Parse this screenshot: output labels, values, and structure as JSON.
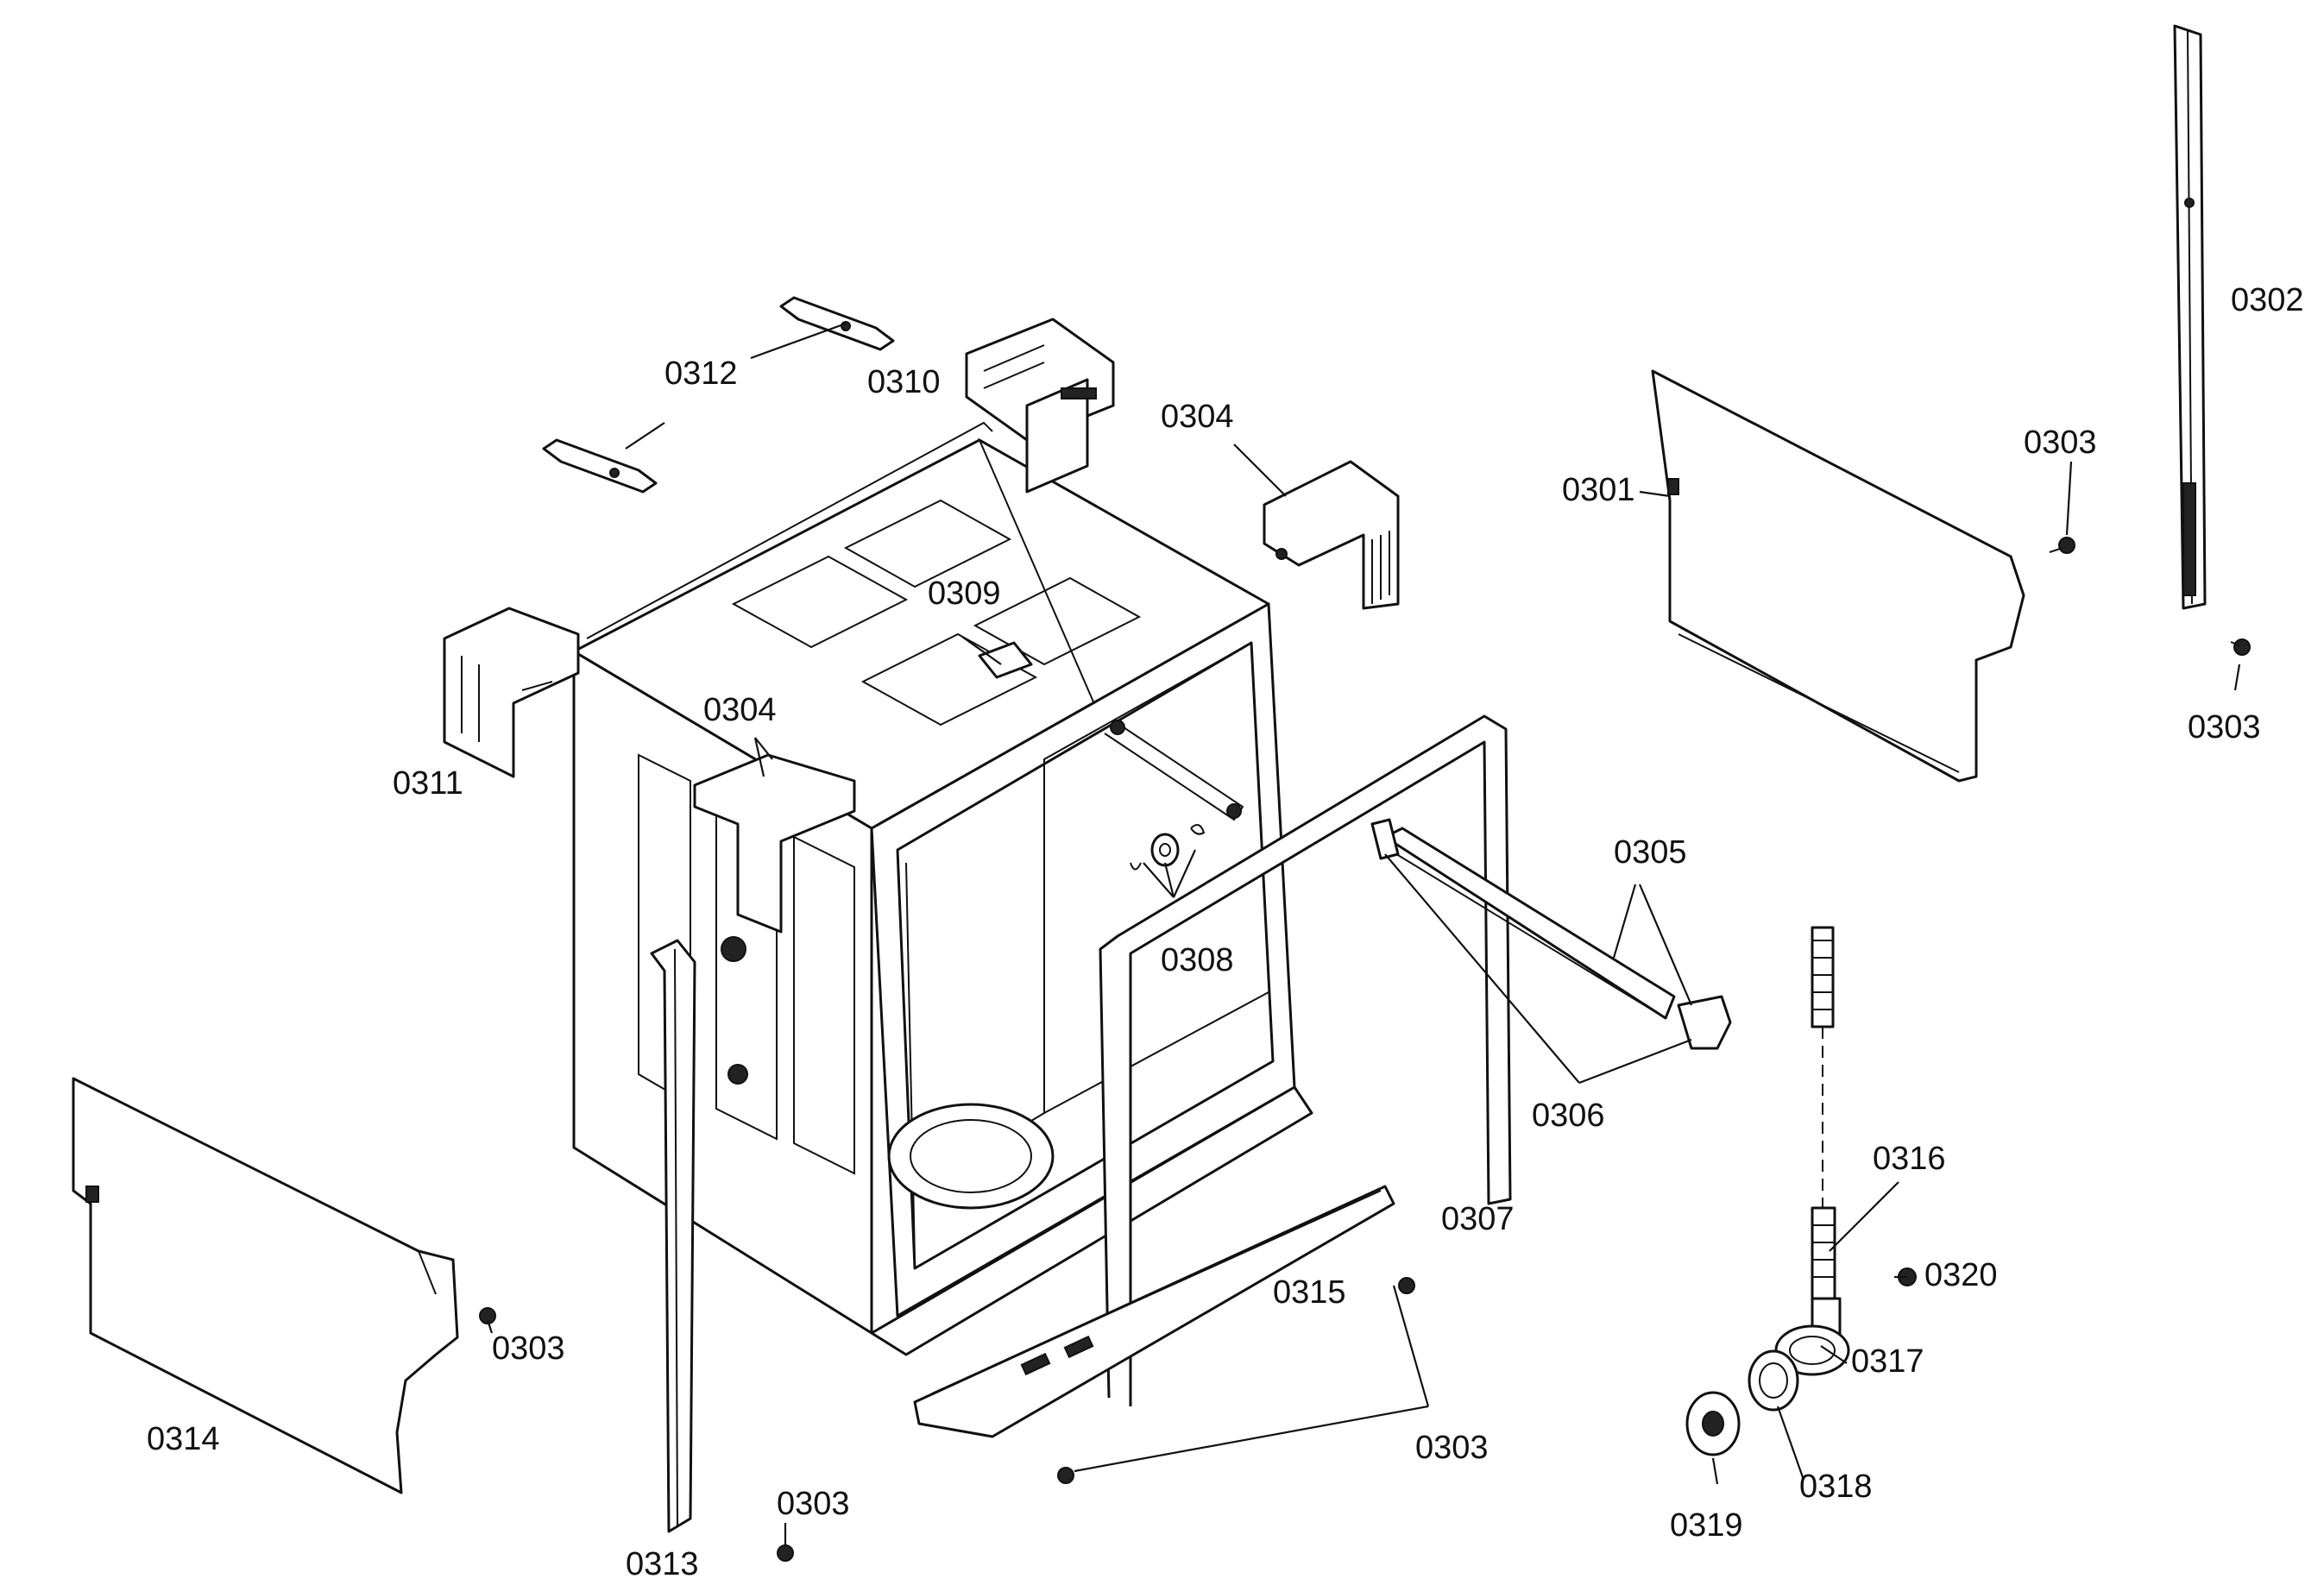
{
  "callouts": [
    {
      "id": "c-0302",
      "text": "0302"
    },
    {
      "id": "c-0312",
      "text": "0312"
    },
    {
      "id": "c-0310",
      "text": "0310"
    },
    {
      "id": "c-0304a",
      "text": "0304"
    },
    {
      "id": "c-0303a",
      "text": "0303"
    },
    {
      "id": "c-0301",
      "text": "0301"
    },
    {
      "id": "c-0309",
      "text": "0309"
    },
    {
      "id": "c-0303b",
      "text": "0303"
    },
    {
      "id": "c-0304b",
      "text": "0304"
    },
    {
      "id": "c-0311",
      "text": "0311"
    },
    {
      "id": "c-0305",
      "text": "0305"
    },
    {
      "id": "c-0308",
      "text": "0308"
    },
    {
      "id": "c-0306",
      "text": "0306"
    },
    {
      "id": "c-0316",
      "text": "0316"
    },
    {
      "id": "c-0307",
      "text": "0307"
    },
    {
      "id": "c-0320",
      "text": "0320"
    },
    {
      "id": "c-0315",
      "text": "0315"
    },
    {
      "id": "c-0303c",
      "text": "0303"
    },
    {
      "id": "c-0317",
      "text": "0317"
    },
    {
      "id": "c-0303d",
      "text": "0303"
    },
    {
      "id": "c-0314",
      "text": "0314"
    },
    {
      "id": "c-0318",
      "text": "0318"
    },
    {
      "id": "c-0303e",
      "text": "0303"
    },
    {
      "id": "c-0319",
      "text": "0319"
    },
    {
      "id": "c-0313",
      "text": "0313"
    }
  ]
}
